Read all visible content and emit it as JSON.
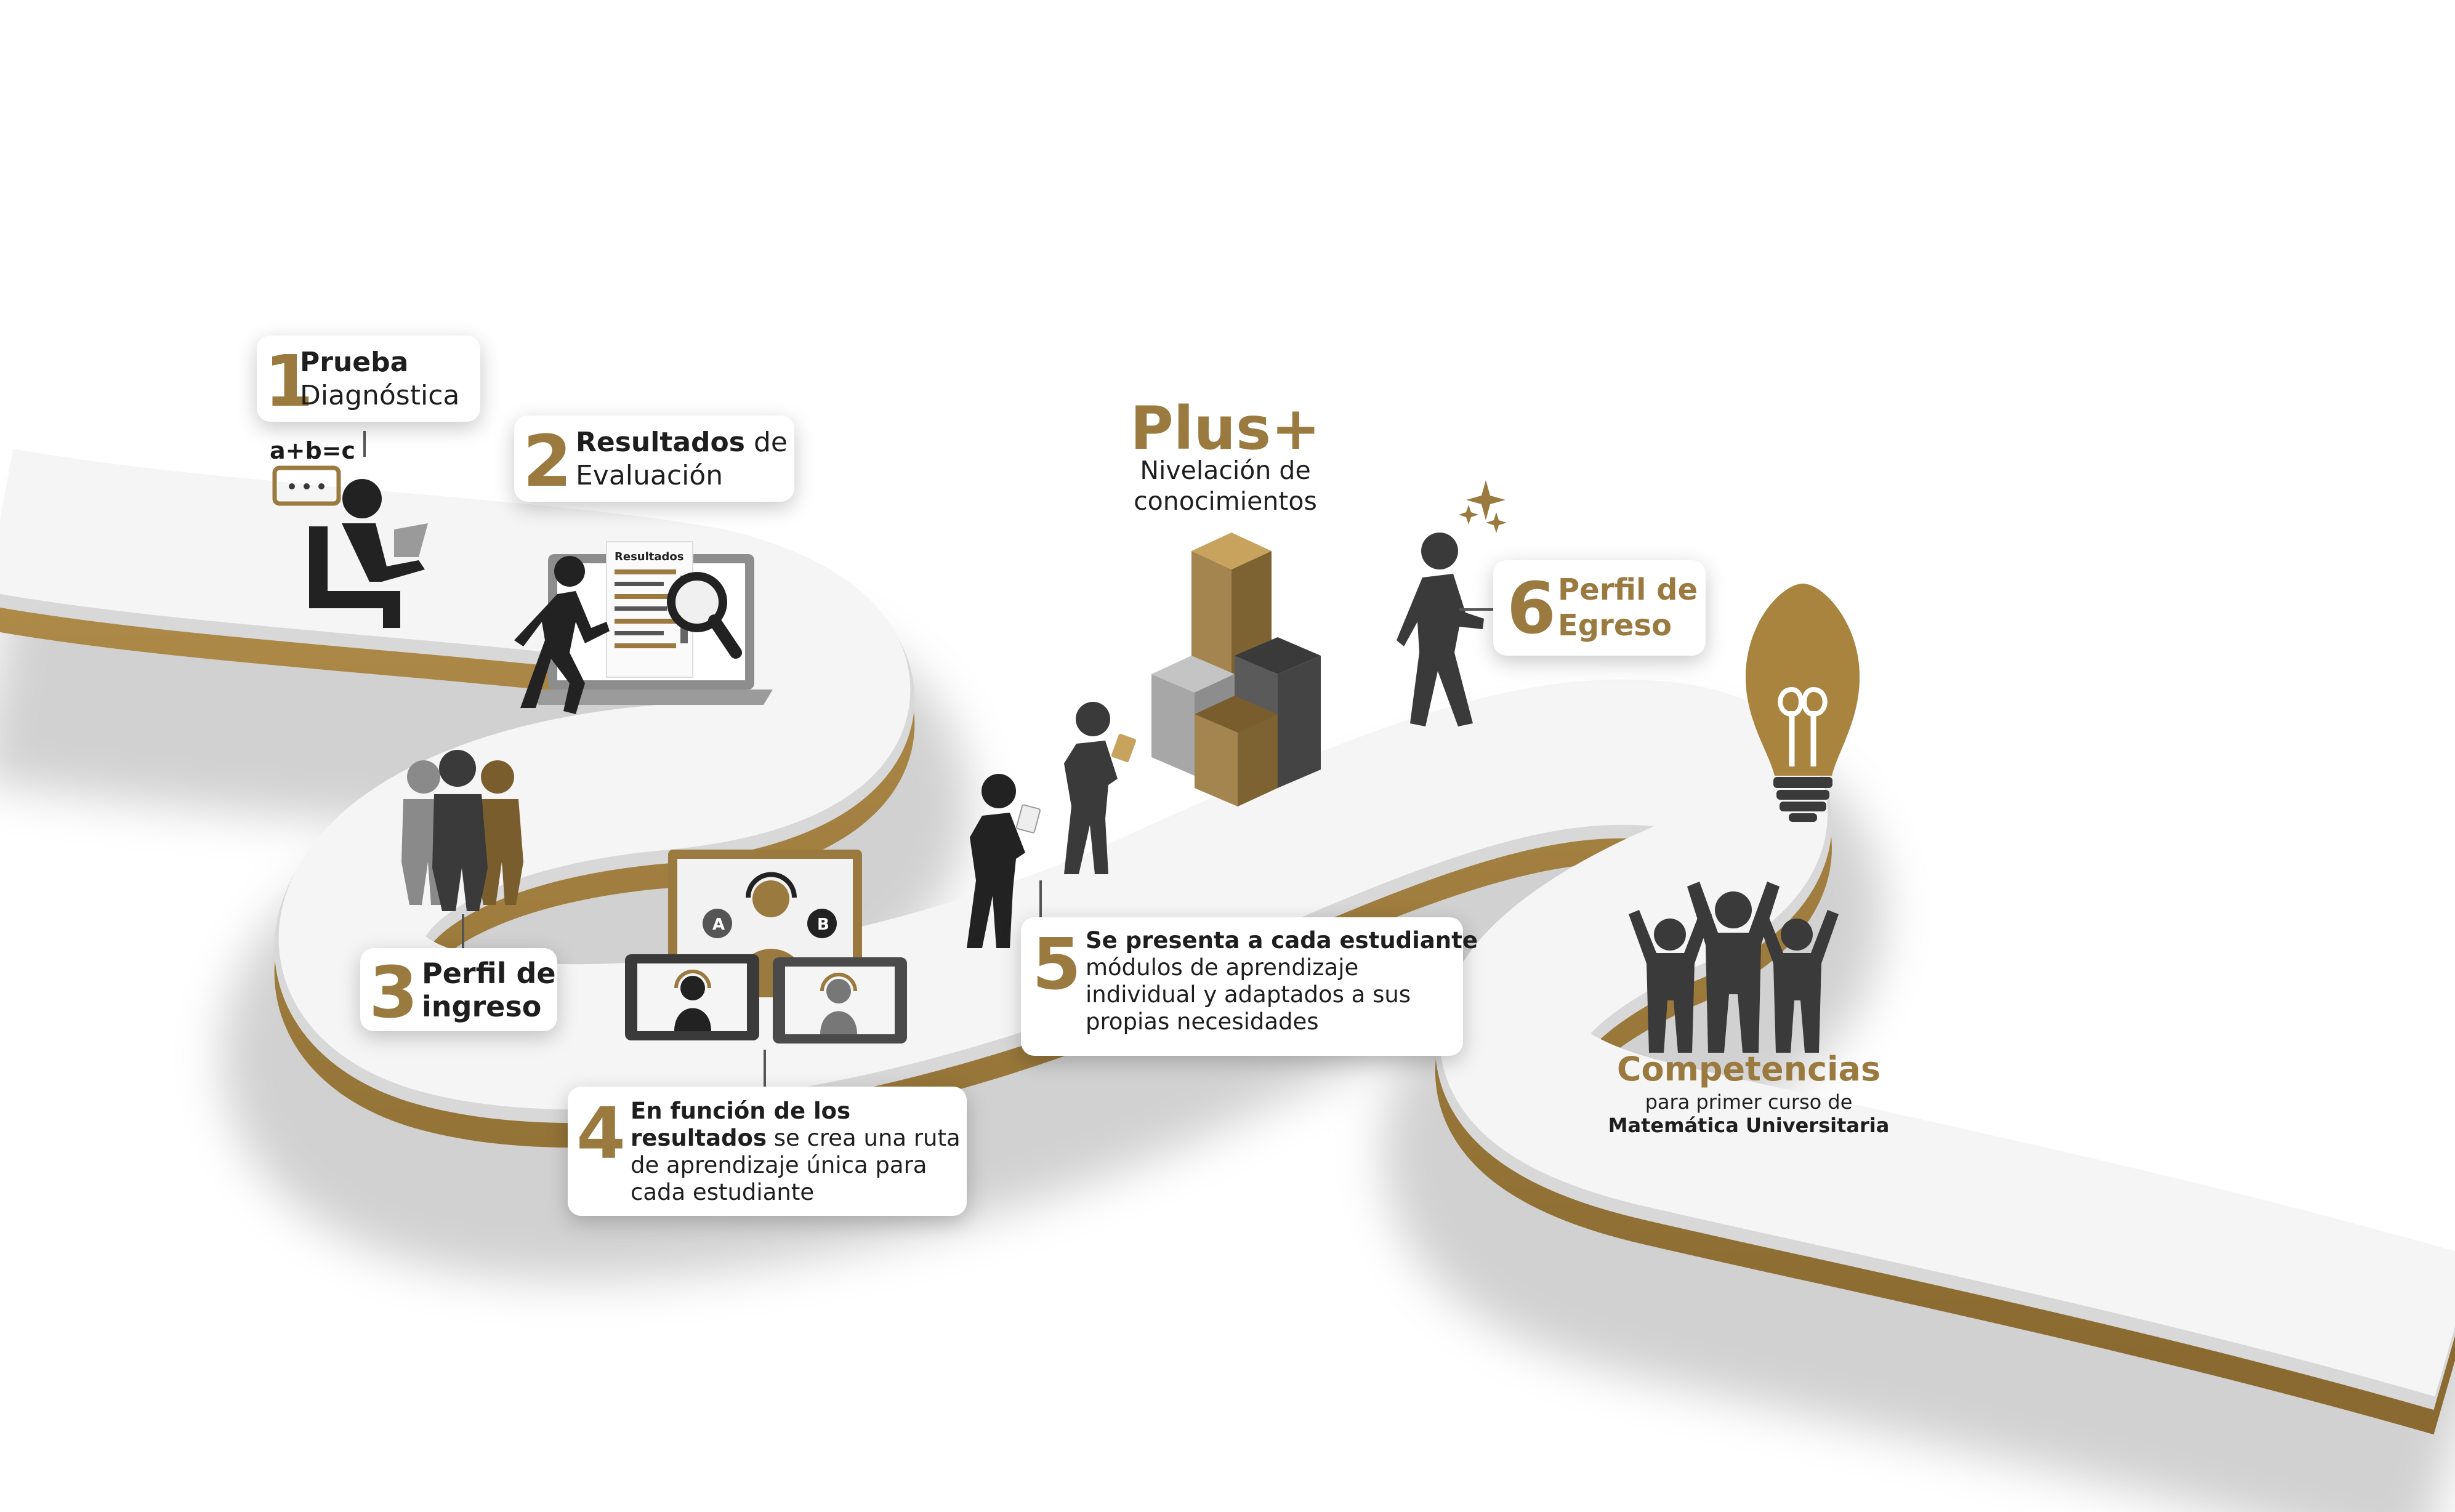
{
  "steps": {
    "s1": {
      "number": "1",
      "title": "Prueba",
      "subtitle": "Diagnóstica",
      "formula": "a+b=c"
    },
    "s2": {
      "number": "2",
      "title_bold": "Resultados",
      "title_rest": " de",
      "subtitle": "Evaluación",
      "screen_label": "Resultados"
    },
    "s3": {
      "number": "3",
      "line1": "Perfil de",
      "line2": "ingreso"
    },
    "s4": {
      "number": "4",
      "line1": "En función de los",
      "line2_bold": "resultados",
      "line2_rest": " se crea una ruta",
      "line3": "de aprendizaje única para",
      "line4": "cada estudiante",
      "bubble_a": "A",
      "bubble_b": "B"
    },
    "s5": {
      "number": "5",
      "line1": "Se presenta a cada estudiante",
      "line2": "módulos de aprendizaje",
      "line3": "individual y adaptados a sus",
      "line4": "propias necesidades"
    },
    "s6": {
      "number": "6",
      "line1": "Perfil de",
      "line2": "Egreso"
    }
  },
  "plus": {
    "title": "Plus+",
    "line1": "Nivelación de",
    "line2": "conocimientos"
  },
  "competencias": {
    "title": "Competencias",
    "line1": "para primer curso de",
    "line2": "Matemática Universitaria"
  },
  "colors": {
    "gold": "#9a7a3e",
    "dark": "#3a3a3a",
    "road": "#f4f4f4"
  },
  "icons": [
    "student-laptop-icon",
    "walking-person-icon",
    "laptop-results-icon",
    "magnifier-icon",
    "group-people-icon",
    "tutor-screen-icon",
    "students-reading-icon",
    "stacked-boxes-icon",
    "sparkle-icon",
    "lightbulb-icon",
    "celebrating-people-icon"
  ]
}
